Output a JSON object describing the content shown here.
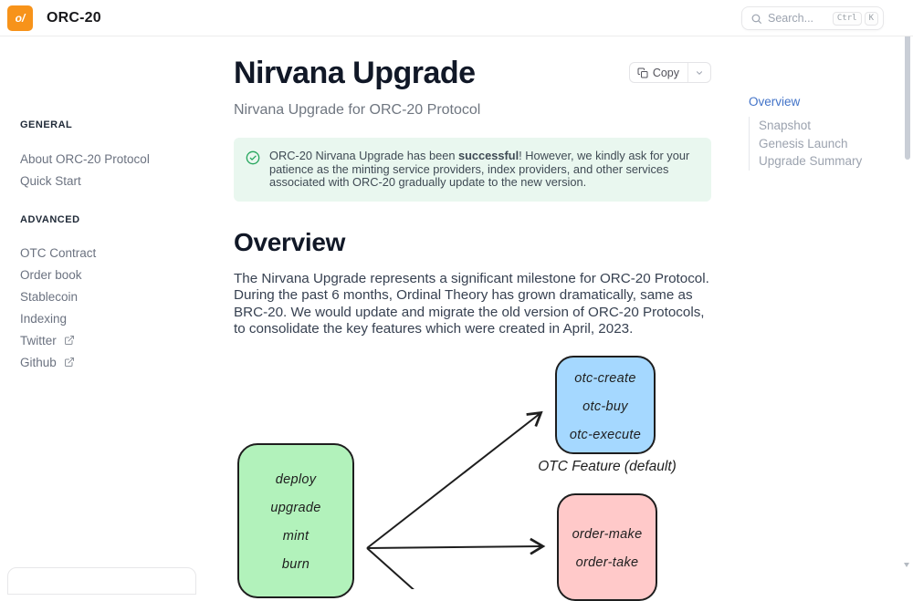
{
  "header": {
    "logo": "o/",
    "app_title": "ORC-20",
    "search": {
      "placeholder": "Search...",
      "shortcut_ctrl": "Ctrl",
      "shortcut_key": "K"
    }
  },
  "sidebar": {
    "sections": [
      {
        "label": "GENERAL",
        "items": [
          {
            "label": "About ORC-20 Protocol",
            "external": false
          },
          {
            "label": "Quick Start",
            "external": false
          }
        ]
      },
      {
        "label": "ADVANCED",
        "items": [
          {
            "label": "OTC Contract",
            "external": false
          },
          {
            "label": "Order book",
            "external": false
          },
          {
            "label": "Stablecoin",
            "external": false
          },
          {
            "label": "Indexing",
            "external": false
          },
          {
            "label": "Twitter",
            "external": true
          },
          {
            "label": "Github",
            "external": true
          }
        ]
      }
    ]
  },
  "page": {
    "title": "Nirvana Upgrade",
    "subtitle": "Nirvana Upgrade for ORC-20 Protocol",
    "copy_button_label": "Copy",
    "callout": {
      "before": "ORC-20 Nirvana Upgrade has been ",
      "emphasis": "successful",
      "after": "! However, we kindly ask for your patience as the minting service providers, index providers, and other services associated with ORC-20 gradually update to the new version."
    },
    "overview_heading": "Overview",
    "overview_paragraph": "The Nirvana Upgrade represents a significant milestone for ORC-20 Protocol. During the past 6 months, Ordinal Theory has grown dramatically, same as BRC-20. We would update and migrate the old version of ORC-20 Protocols, to consolidate the key features which were created in April, 2023."
  },
  "toc": {
    "active_item": "Overview",
    "items": [
      "Snapshot",
      "Genesis Launch",
      "Upgrade Summary"
    ]
  },
  "diagram": {
    "base_box": {
      "items": [
        "deploy",
        "upgrade",
        "mint",
        "burn"
      ]
    },
    "otc_box": {
      "items": [
        "otc-create",
        "otc-buy",
        "otc-execute"
      ],
      "caption": "OTC Feature (default)"
    },
    "order_box": {
      "items": [
        "order-make",
        "order-take"
      ]
    }
  },
  "icons": {
    "logo": "orange-square-o-slash",
    "search": "magnifier",
    "external": "box-with-arrow",
    "copy": "two-overlapping-squares",
    "callout": "check-in-circle",
    "caret": "chevron-down"
  },
  "colors": {
    "brand_orange": "#f7931a",
    "callout_bg": "#e9f7ef",
    "callout_icon_green": "#26a65d",
    "toc_active_blue": "#4273c8",
    "diagram_green": "#b2f2bb",
    "diagram_blue": "#a5d8ff",
    "diagram_pink": "#ffc9c9",
    "diagram_stroke": "#1e1e1e"
  }
}
